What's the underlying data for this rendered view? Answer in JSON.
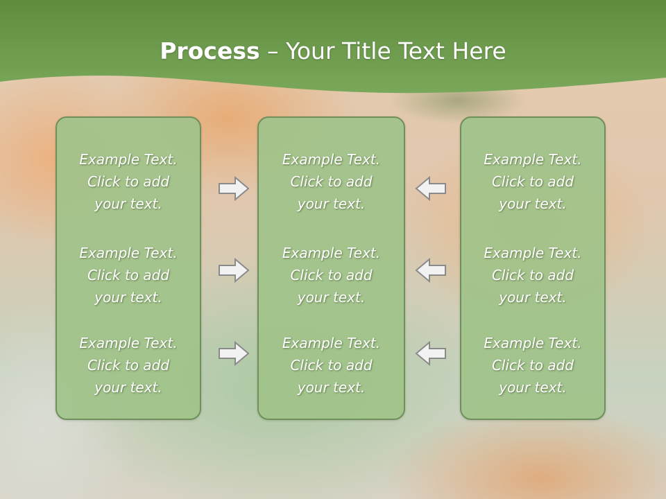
{
  "colors": {
    "header_green": "#6e9a4c",
    "panel_fill": "#a0c38a",
    "panel_border": "#6f8f5b",
    "arrow_fill": "#f2f2f2",
    "arrow_stroke": "#8a8a8a"
  },
  "title": {
    "bold": "Process",
    "rest": " – Your Title Text Here"
  },
  "panels": {
    "left": {
      "items": [
        {
          "line1": "Example Text.",
          "line2": "Click  to add",
          "line3": "your text."
        },
        {
          "line1": "Example Text.",
          "line2": "Click  to add",
          "line3": "your text."
        },
        {
          "line1": "Example Text.",
          "line2": "Click  to add",
          "line3": "your text."
        }
      ]
    },
    "center": {
      "items": [
        {
          "line1": "Example Text.",
          "line2": "Click  to add",
          "line3": "your text."
        },
        {
          "line1": "Example Text.",
          "line2": "Click  to add",
          "line3": "your text."
        },
        {
          "line1": "Example Text.",
          "line2": "Click  to add",
          "line3": "your text."
        }
      ]
    },
    "right": {
      "items": [
        {
          "line1": "Example Text.",
          "line2": "Click  to add",
          "line3": "your text."
        },
        {
          "line1": "Example Text.",
          "line2": "Click  to add",
          "line3": "your text."
        },
        {
          "line1": "Example Text.",
          "line2": "Click  to add",
          "line3": "your text."
        }
      ]
    }
  },
  "arrows": {
    "left_to_center": {
      "direction": "right",
      "icon": "arrow-right-icon"
    },
    "right_to_center": {
      "direction": "left",
      "icon": "arrow-left-icon"
    }
  }
}
